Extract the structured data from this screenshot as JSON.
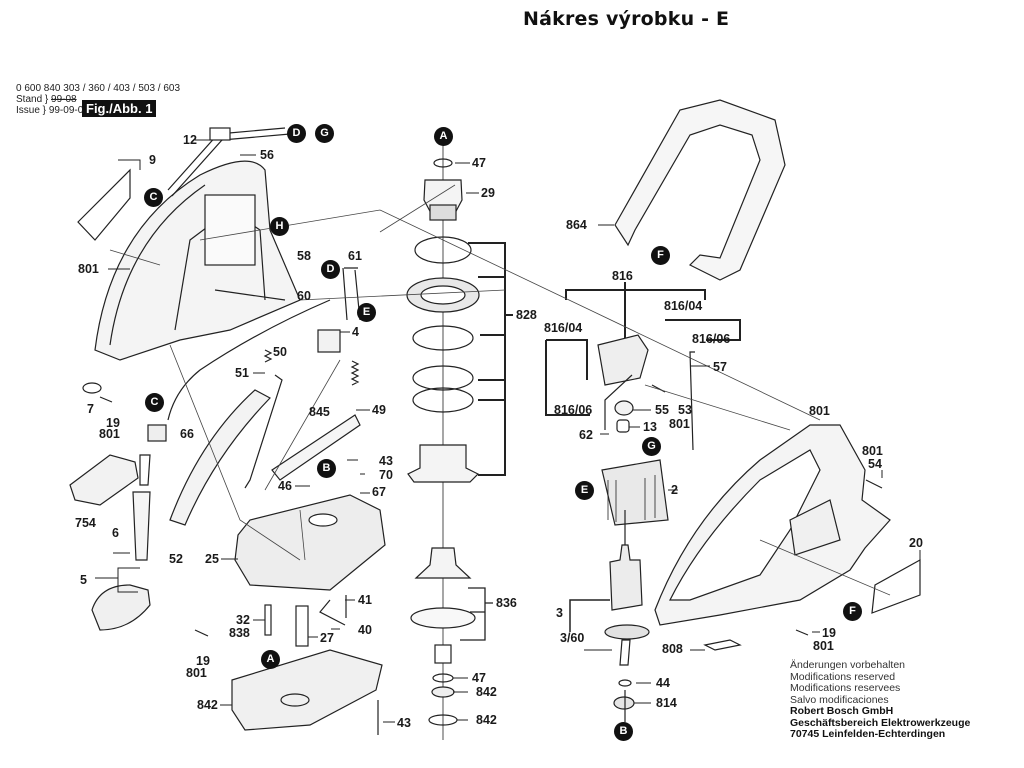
{
  "title": "Nákres výrobku - E",
  "header": {
    "part_numbers": "0 600 840 303 / 360 / 403 / 503 / 603",
    "stand_label": "Stand",
    "stand_value": "99-08",
    "issue_label": "Issue",
    "issue_value": "99-09-06",
    "figure": "Fig./Abb. 1"
  },
  "markers": [
    {
      "id": "m-D-top",
      "letter": "D"
    },
    {
      "id": "m-G-top",
      "letter": "G"
    },
    {
      "id": "m-C-left",
      "letter": "C"
    },
    {
      "id": "m-H",
      "letter": "H"
    },
    {
      "id": "m-D-mid",
      "letter": "D"
    },
    {
      "id": "m-E-mid",
      "letter": "E"
    },
    {
      "id": "m-C-low",
      "letter": "C"
    },
    {
      "id": "m-B-housing",
      "letter": "B"
    },
    {
      "id": "m-A-bottom",
      "letter": "A"
    },
    {
      "id": "m-A-top",
      "letter": "A"
    },
    {
      "id": "m-F-handle",
      "letter": "F"
    },
    {
      "id": "m-G-stator",
      "letter": "G"
    },
    {
      "id": "m-E-stator",
      "letter": "E"
    },
    {
      "id": "m-B-bottom",
      "letter": "B"
    },
    {
      "id": "m-F-right",
      "letter": "F"
    }
  ],
  "labels": [
    {
      "id": "l-12",
      "text": "12"
    },
    {
      "id": "l-56",
      "text": "56"
    },
    {
      "id": "l-9",
      "text": "9"
    },
    {
      "id": "l-801-a",
      "text": "801"
    },
    {
      "id": "l-58",
      "text": "58"
    },
    {
      "id": "l-61",
      "text": "61"
    },
    {
      "id": "l-60",
      "text": "60"
    },
    {
      "id": "l-4",
      "text": "4"
    },
    {
      "id": "l-50",
      "text": "50"
    },
    {
      "id": "l-51",
      "text": "51"
    },
    {
      "id": "l-7",
      "text": "7"
    },
    {
      "id": "l-19-a",
      "text": "19"
    },
    {
      "id": "l-801-b",
      "text": "801"
    },
    {
      "id": "l-66",
      "text": "66"
    },
    {
      "id": "l-845",
      "text": "845"
    },
    {
      "id": "l-49",
      "text": "49"
    },
    {
      "id": "l-43-a",
      "text": "43"
    },
    {
      "id": "l-70",
      "text": "70"
    },
    {
      "id": "l-67",
      "text": "67"
    },
    {
      "id": "l-46",
      "text": "46"
    },
    {
      "id": "l-754",
      "text": "754"
    },
    {
      "id": "l-6",
      "text": "6"
    },
    {
      "id": "l-52",
      "text": "52"
    },
    {
      "id": "l-25",
      "text": "25"
    },
    {
      "id": "l-5",
      "text": "5"
    },
    {
      "id": "l-41",
      "text": "41"
    },
    {
      "id": "l-32",
      "text": "32"
    },
    {
      "id": "l-838",
      "text": "838"
    },
    {
      "id": "l-40",
      "text": "40"
    },
    {
      "id": "l-27",
      "text": "27"
    },
    {
      "id": "l-19-b",
      "text": "19"
    },
    {
      "id": "l-801-c",
      "text": "801"
    },
    {
      "id": "l-842-a",
      "text": "842"
    },
    {
      "id": "l-43-b",
      "text": "43"
    },
    {
      "id": "l-47-a",
      "text": "47"
    },
    {
      "id": "l-29",
      "text": "29"
    },
    {
      "id": "l-828",
      "text": "828"
    },
    {
      "id": "l-836",
      "text": "836"
    },
    {
      "id": "l-47-b",
      "text": "47"
    },
    {
      "id": "l-842-b",
      "text": "842"
    },
    {
      "id": "l-842-c",
      "text": "842"
    },
    {
      "id": "l-864",
      "text": "864"
    },
    {
      "id": "l-816",
      "text": "816"
    },
    {
      "id": "l-816-04-a",
      "text": "816/04"
    },
    {
      "id": "l-816-04-b",
      "text": "816/04"
    },
    {
      "id": "l-816-06-a",
      "text": "816/06"
    },
    {
      "id": "l-816-06-b",
      "text": "816/06"
    },
    {
      "id": "l-57",
      "text": "57"
    },
    {
      "id": "l-55",
      "text": "55"
    },
    {
      "id": "l-53",
      "text": "53"
    },
    {
      "id": "l-801-d",
      "text": "801"
    },
    {
      "id": "l-62",
      "text": "62"
    },
    {
      "id": "l-13",
      "text": "13"
    },
    {
      "id": "l-2",
      "text": "2"
    },
    {
      "id": "l-3",
      "text": "3"
    },
    {
      "id": "l-3-60",
      "text": "3/60"
    },
    {
      "id": "l-44",
      "text": "44"
    },
    {
      "id": "l-814",
      "text": "814"
    },
    {
      "id": "l-808",
      "text": "808"
    },
    {
      "id": "l-801-e",
      "text": "801"
    },
    {
      "id": "l-801-f",
      "text": "801"
    },
    {
      "id": "l-54",
      "text": "54"
    },
    {
      "id": "l-20",
      "text": "20"
    },
    {
      "id": "l-19-c",
      "text": "19"
    },
    {
      "id": "l-801-g",
      "text": "801"
    }
  ],
  "notes": {
    "lines": [
      "Änderungen vorbehalten",
      "Modifications reserved",
      "Modifications reservees",
      "Salvo modificaciones"
    ],
    "company": [
      "Robert Bosch GmbH",
      "Geschäftsbereich Elektrowerkzeuge",
      "70745 Leinfelden-Echterdingen"
    ]
  }
}
